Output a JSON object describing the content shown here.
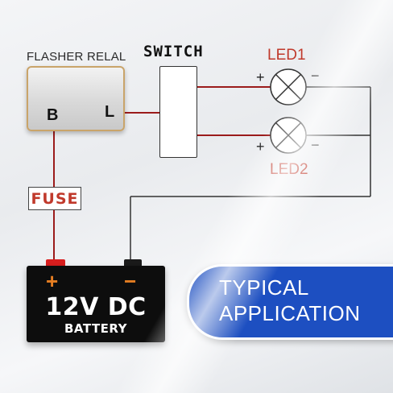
{
  "relay": {
    "title": "FLASHER RELAL",
    "terminal_b": "B",
    "terminal_l": "L"
  },
  "switch": {
    "title": "SWITCH"
  },
  "leds": [
    {
      "name": "LED1",
      "plus": "+",
      "minus": "−"
    },
    {
      "name": "LED2",
      "plus": "+",
      "minus": "−"
    }
  ],
  "fuse": {
    "label": "FUSE"
  },
  "battery": {
    "voltage": "12V DC",
    "name": "BATTERY",
    "plus": "+",
    "minus": "−"
  },
  "banner": {
    "line1": "TYPICAL",
    "line2": "APPLICATION"
  },
  "colors": {
    "positive_wire": "#9b1b1b",
    "negative_wire": "#333333",
    "led_label": "#c0392b",
    "banner": "#1d4fc1"
  },
  "icons": [
    "lamp-icon",
    "switch-contact-icon"
  ]
}
